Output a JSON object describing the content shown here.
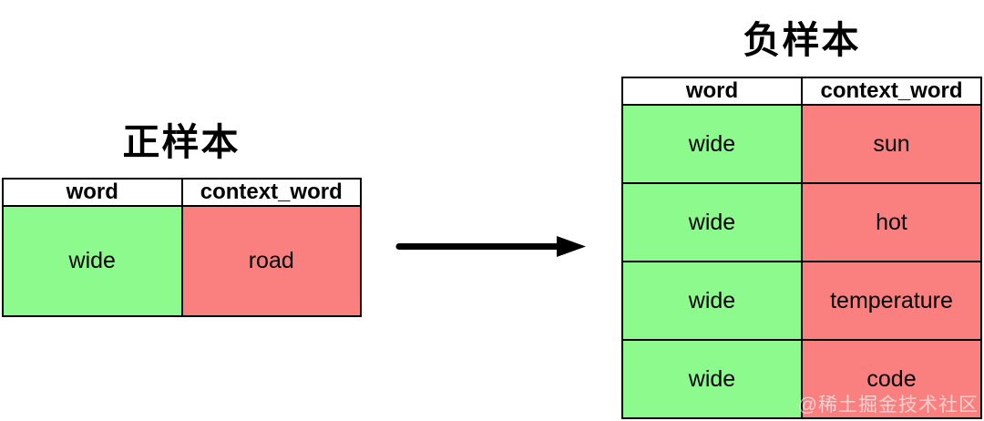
{
  "positive_table": {
    "title": "正样本",
    "headers": [
      "word",
      "context_word"
    ],
    "rows": [
      [
        "wide",
        "road"
      ]
    ]
  },
  "negative_table": {
    "title": "负样本",
    "headers": [
      "word",
      "context_word"
    ],
    "rows": [
      [
        "wide",
        "sun"
      ],
      [
        "wide",
        "hot"
      ],
      [
        "wide",
        "temperature"
      ],
      [
        "wide",
        "code"
      ]
    ]
  },
  "arrow": {
    "direction": "right"
  },
  "watermark": "@稀土掘金技术社区",
  "colors": {
    "word_cell_green": "#8CFA8C",
    "context_cell_red": "#FA8080",
    "border": "#000000",
    "background": "#FFFFFF"
  }
}
